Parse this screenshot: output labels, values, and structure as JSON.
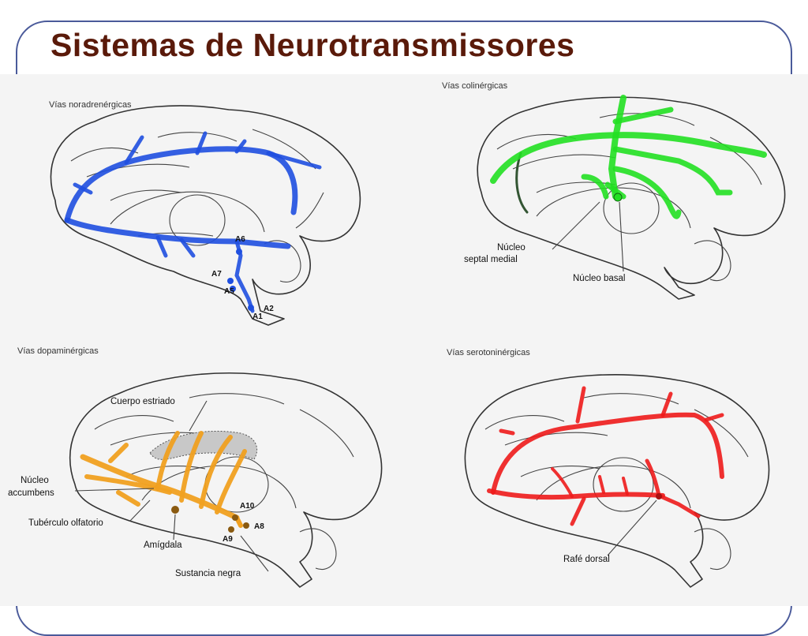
{
  "slide": {
    "title": "Sistemas de Neurotransmissores"
  },
  "panels": {
    "noradrenergic": {
      "title": "Vías noradrenérgicas",
      "pathway_color": "#1f4fe0",
      "labels": [
        "A6",
        "A7",
        "A5",
        "A2",
        "A1"
      ]
    },
    "cholinergic": {
      "title": "Vías colinérgicas",
      "pathway_color": "#22e022",
      "labels": [
        "Núcleo",
        "septal medial",
        "Núcleo basal"
      ]
    },
    "dopaminergic": {
      "title": "Vías dopaminérgicas",
      "pathway_color": "#f0a020",
      "labels": [
        "Cuerpo estriado",
        "Núcleo",
        "accumbens",
        "Tubérculo olfatorio",
        "Amígdala",
        "Sustancia negra",
        "A10",
        "A8",
        "A9"
      ]
    },
    "serotonergic": {
      "title": "Vías serotoninérgicas",
      "pathway_color": "#ee1b1b",
      "labels": [
        "Rafé dorsal"
      ]
    }
  }
}
